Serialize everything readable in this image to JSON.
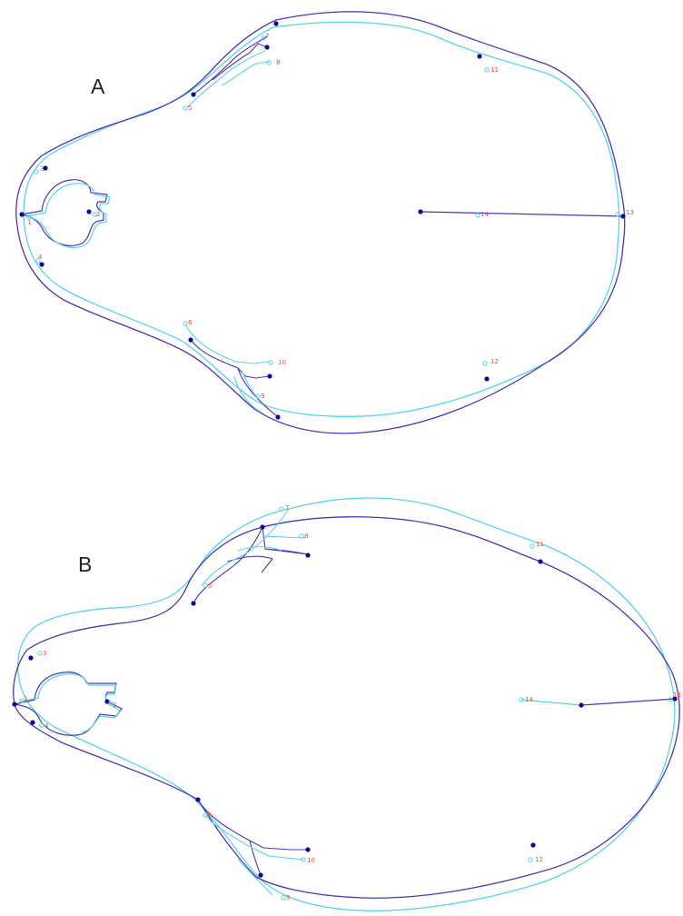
{
  "colors": {
    "outline_dark": "#4b35b8",
    "outline_light": "#54d4ec",
    "landmark_dark": "#0a0a9a",
    "label": "#e8503a"
  },
  "panels": [
    {
      "letter": "A",
      "landmark_labels": [
        "1",
        "2",
        "3",
        "4",
        "5",
        "6",
        "7",
        "8",
        "9",
        "10",
        "11",
        "12",
        "13",
        "14"
      ]
    },
    {
      "letter": "B",
      "landmark_labels": [
        "1",
        "2",
        "3",
        "4",
        "5",
        "6",
        "7",
        "8",
        "9",
        "10",
        "11",
        "12",
        "13",
        "14"
      ]
    }
  ]
}
